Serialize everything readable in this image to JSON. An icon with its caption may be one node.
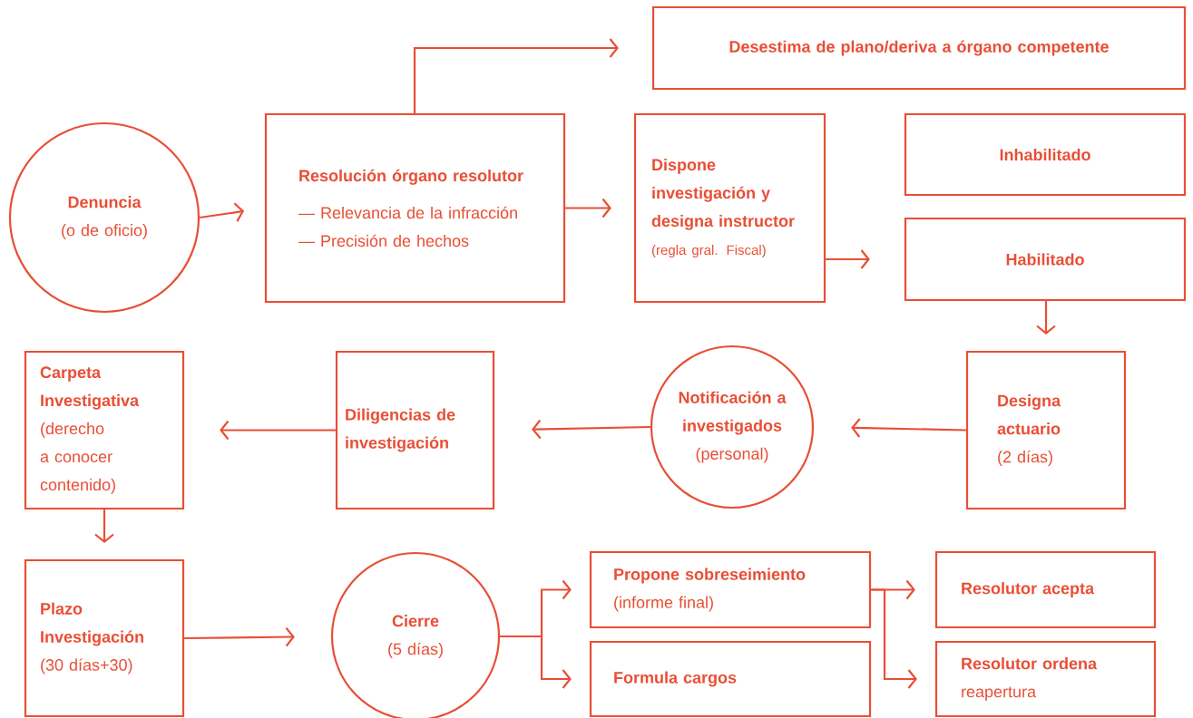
{
  "diagram": {
    "nodes": [
      {
        "text": [
          "Denuncia",
          "(o de oficio)"
        ]
      },
      {
        "text": [
          "Resolución órgano resolutor",
          "— Relevancia de la infracción",
          "— Precisión de hechos"
        ]
      },
      {
        "text": [
          "Desestima de plano/deriva a órgano competente"
        ]
      },
      {
        "text": [
          "Dispone investigación y designa instructor",
          "(regla gral. Fiscal)"
        ]
      },
      {
        "text": [
          "Inhabilitado"
        ]
      },
      {
        "text": [
          "Habilitado"
        ]
      },
      {
        "text": [
          "Designa actuario",
          "(2 días)"
        ]
      },
      {
        "text": [
          "Notificación a investigados",
          "(personal)"
        ]
      },
      {
        "text": [
          "Diligencias de investigación"
        ]
      },
      {
        "text": [
          "Carpeta Investigativa",
          "(derecho a conocer contenido)"
        ]
      },
      {
        "text": [
          "Plazo Investigación",
          "(30 días+30)"
        ]
      },
      {
        "text": [
          "Cierre",
          "(5 días)"
        ]
      },
      {
        "text": [
          "Propone sobreseimiento",
          "(informe final)"
        ]
      },
      {
        "text": [
          "Formula cargos"
        ]
      },
      {
        "text": [
          "Resolutor acepta"
        ]
      },
      {
        "text": [
          "Resolutor ordena",
          "reapertura"
        ]
      }
    ],
    "edges": [
      {
        "from": 0,
        "to": 1,
        "arrow": "to"
      },
      {
        "from": 1,
        "to": 2,
        "arrow": "to"
      },
      {
        "from": 1,
        "to": 3,
        "arrow": "to"
      },
      {
        "from": 3,
        "to": 5,
        "arrow": "to"
      },
      {
        "from": 5,
        "to": 6,
        "arrow": "to"
      },
      {
        "from": 6,
        "to": 7,
        "arrow": "to"
      },
      {
        "from": 7,
        "to": 8,
        "arrow": "to"
      },
      {
        "from": 8,
        "to": 9,
        "arrow": "to"
      },
      {
        "from": 9,
        "to": 10,
        "arrow": "to"
      },
      {
        "from": 10,
        "to": 11,
        "arrow": "to"
      },
      {
        "from": 11,
        "to": 12,
        "arrow": "to"
      },
      {
        "from": 11,
        "to": 13,
        "arrow": "to"
      },
      {
        "from": 12,
        "to": 14,
        "arrow": "to"
      },
      {
        "from": 12,
        "to": 15,
        "arrow": "to"
      }
    ]
  }
}
